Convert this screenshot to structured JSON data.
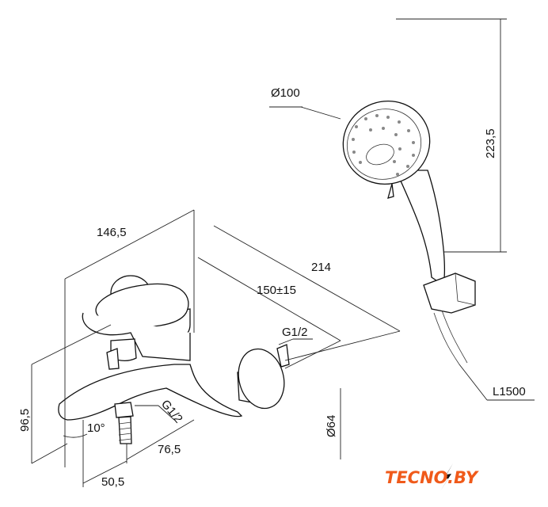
{
  "dimensions": {
    "shower_head_diameter": "Ø100",
    "shower_height": "223,5",
    "faucet_width": "146,5",
    "total_length": "214",
    "center_distance": "150±15",
    "inlet_thread": "G1/2",
    "outlet_thread": "G1/2",
    "height": "96,5",
    "spout_angle": "10°",
    "spout_offset": "76,5",
    "spout_depth": "50,5",
    "flange_diameter": "Ø64",
    "hose_length": "L1500"
  },
  "logo": {
    "text": "TECNO.BY",
    "colors": {
      "text": "#f05a1a",
      "bolt": "#111111"
    }
  }
}
